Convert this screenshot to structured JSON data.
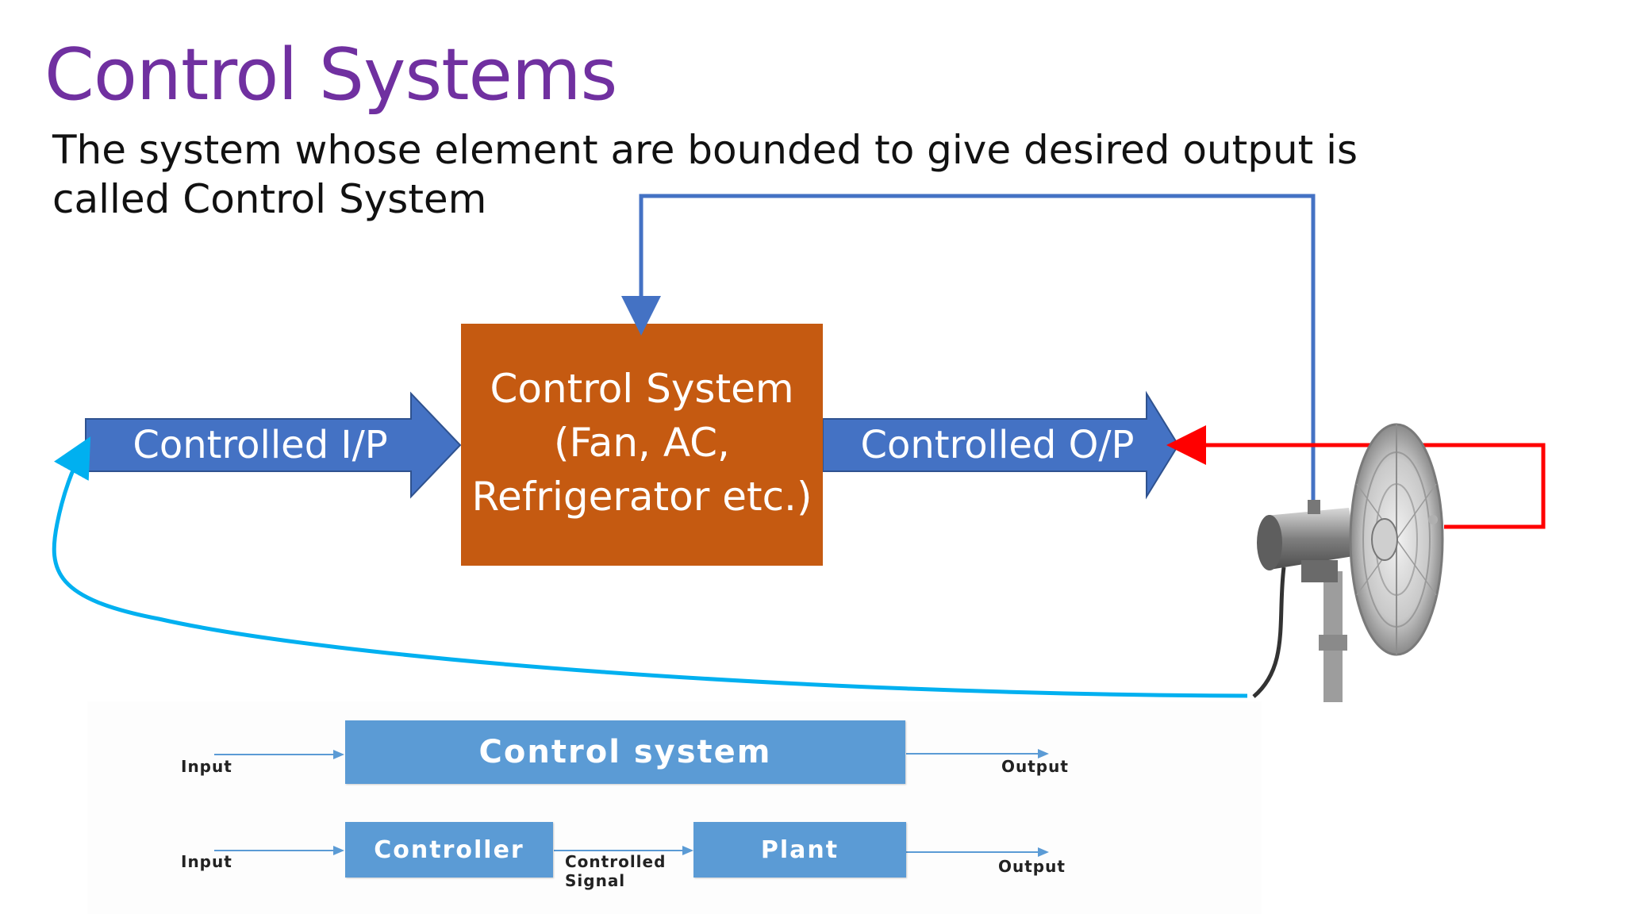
{
  "slide": {
    "title": "Control Systems",
    "subtitle": "The system whose element are bounded to give desired output is called Control System"
  },
  "diagram": {
    "input_arrow_label": "Controlled I/P",
    "output_arrow_label": "Controlled O/P",
    "box_lines": [
      "Control System",
      "(Fan, AC,",
      "Refrigerator etc.)"
    ],
    "image_icon": "table-fan-icon",
    "colors": {
      "title": "#7030a0",
      "arrow_fill": "#4472c4",
      "box_fill": "#c55a11",
      "feedback_blue": "#4472c4",
      "feedback_red": "#ff0000",
      "feedback_cyan": "#00b0f0",
      "block_fill": "#5b9bd5"
    }
  },
  "block_diagram": {
    "top_row": {
      "input_label": "Input",
      "block_label": "Control system",
      "output_label": "Output"
    },
    "bottom_row": {
      "input_label": "Input",
      "controller_label": "Controller",
      "signal_label_line1": "Controlled",
      "signal_label_line2": "Signal",
      "plant_label": "Plant",
      "output_label": "Output"
    }
  }
}
